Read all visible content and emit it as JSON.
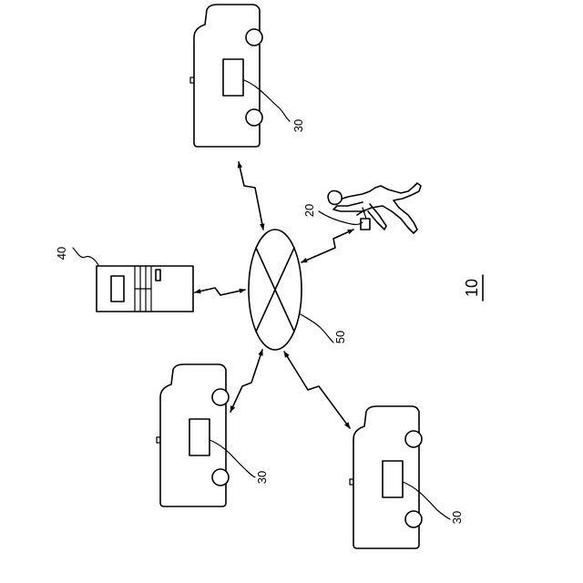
{
  "figure": {
    "system_label": "10",
    "network_label": "50",
    "server_label": "40",
    "terminal_label": "20",
    "vehicle_label": "30"
  }
}
